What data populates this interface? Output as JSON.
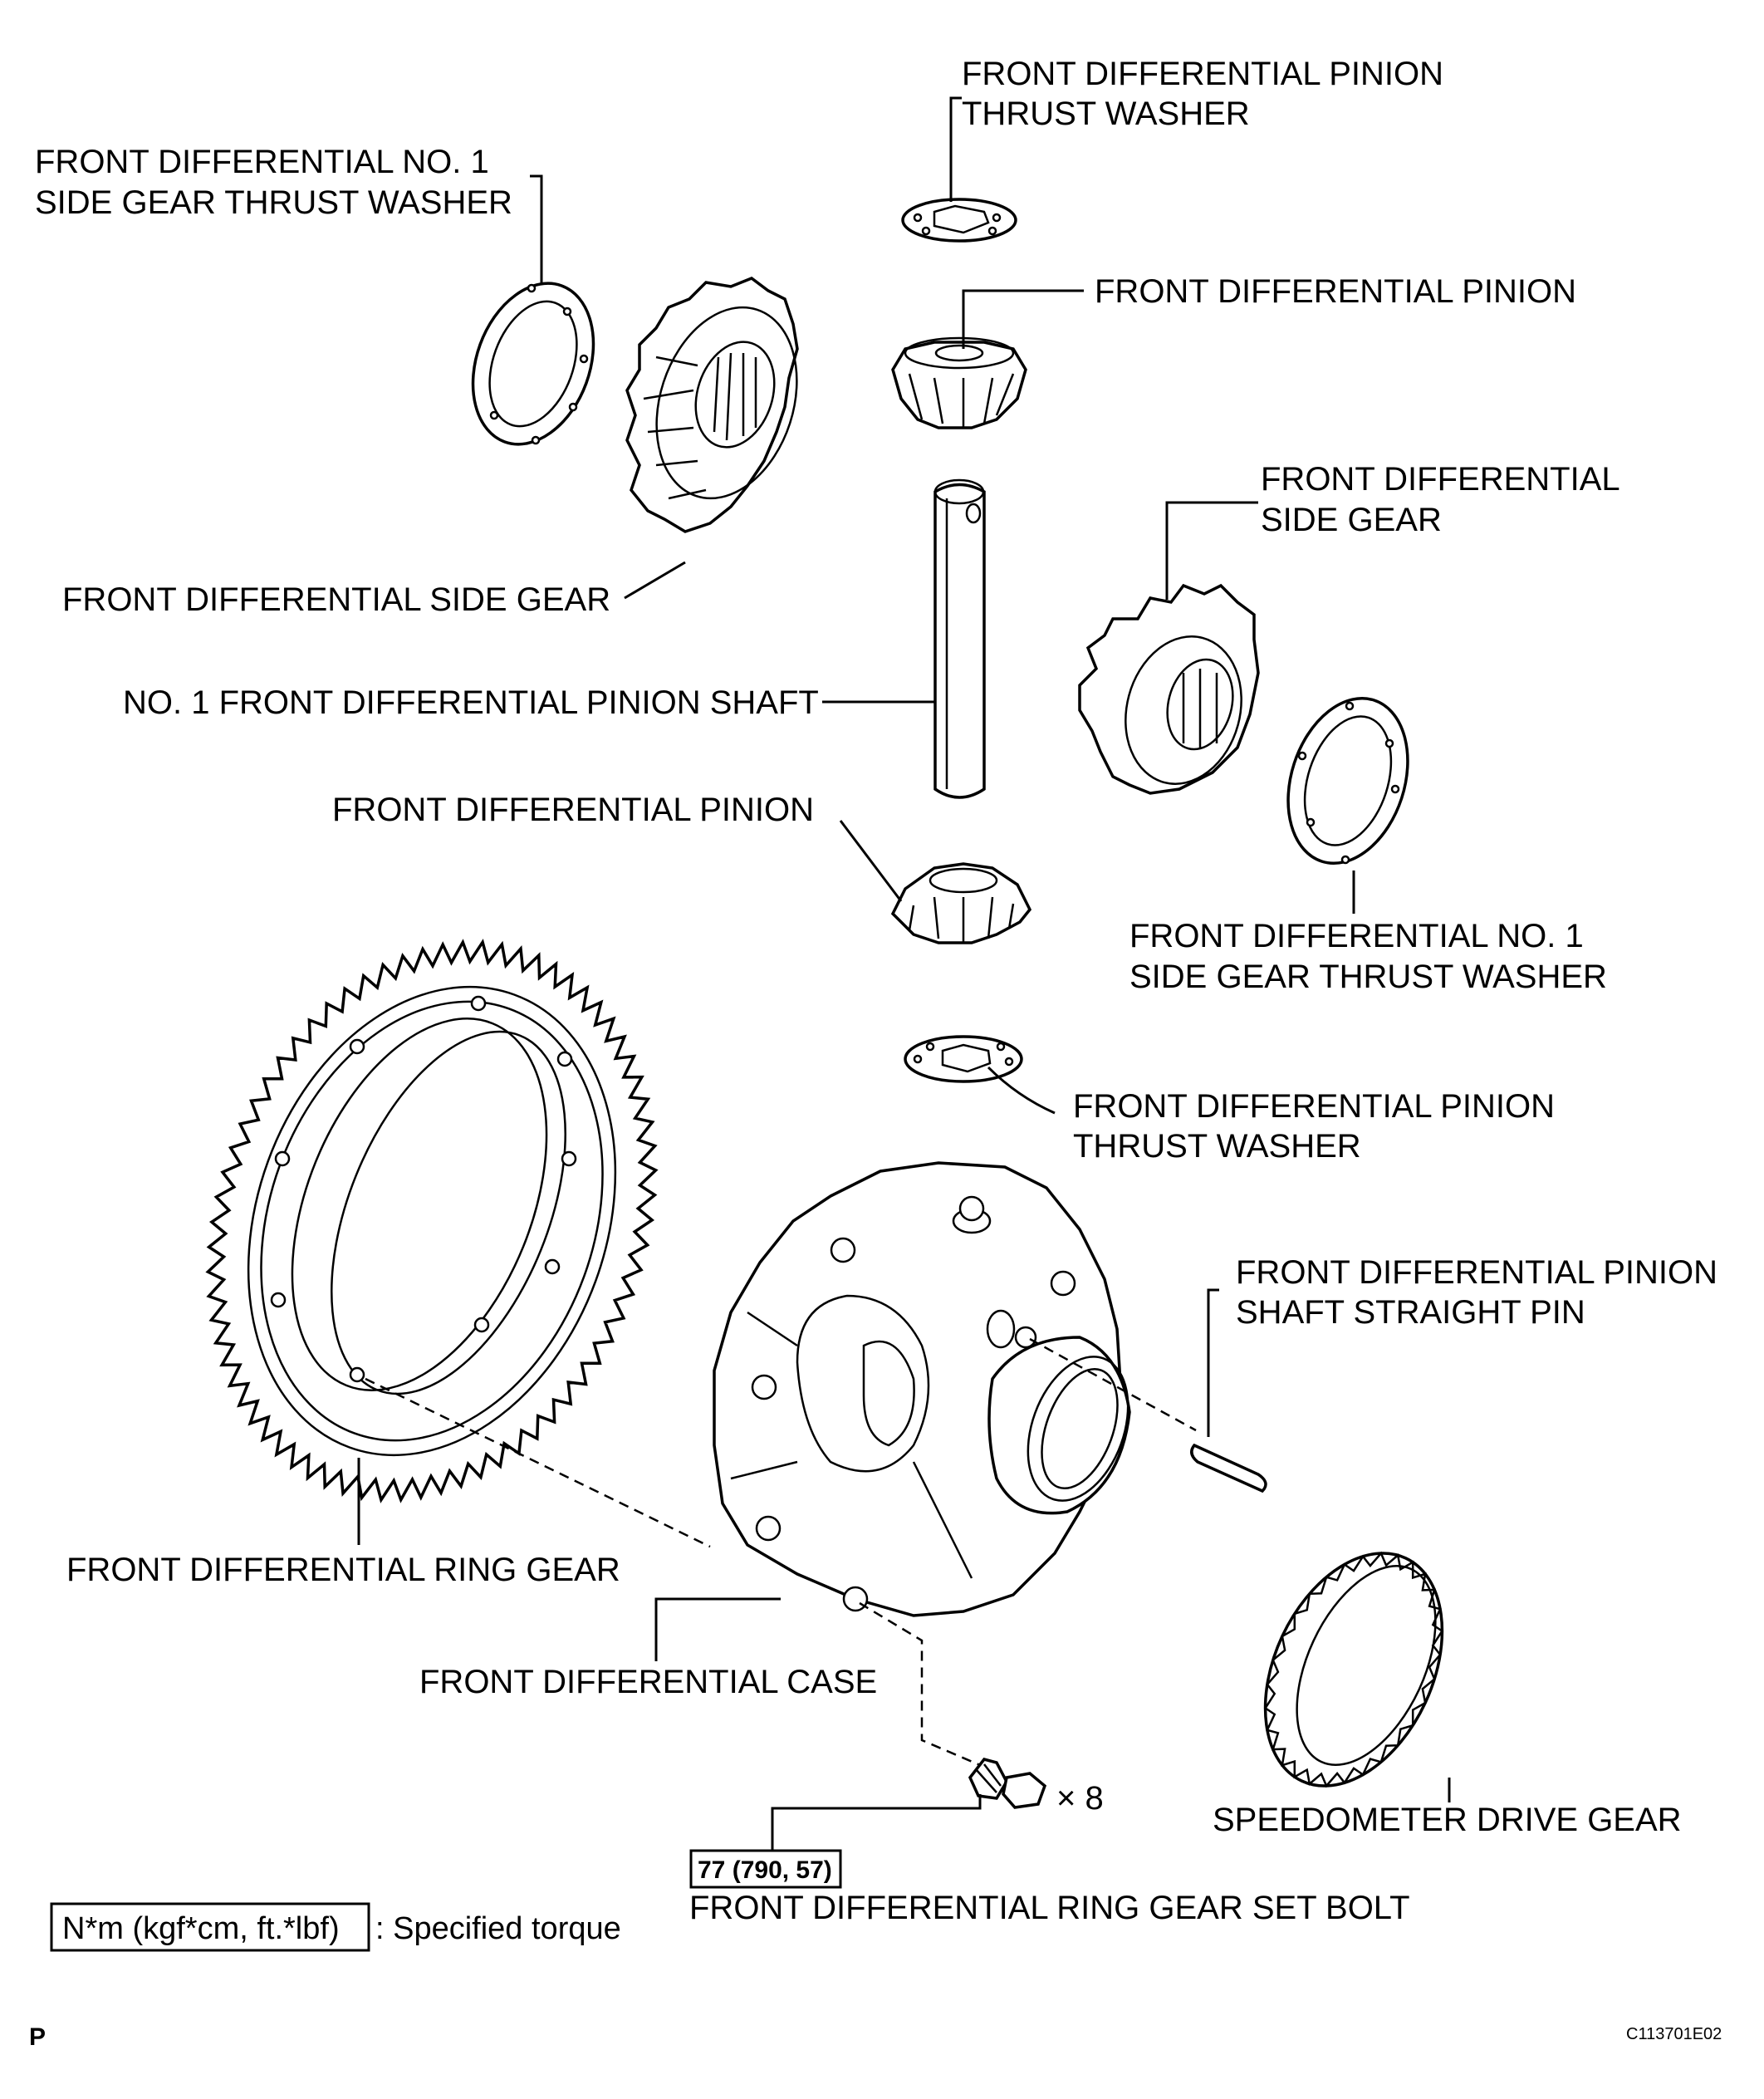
{
  "labels": {
    "pinion_thrust_washer_top": [
      "FRONT DIFFERENTIAL PINION",
      "THRUST WASHER"
    ],
    "side_gear_thrust_washer_left": [
      "FRONT DIFFERENTIAL NO. 1",
      "SIDE GEAR THRUST WASHER"
    ],
    "pinion_top": "FRONT DIFFERENTIAL PINION",
    "side_gear_right": [
      "FRONT DIFFERENTIAL",
      "SIDE GEAR"
    ],
    "side_gear_left": "FRONT DIFFERENTIAL SIDE GEAR",
    "pinion_shaft": "NO. 1 FRONT DIFFERENTIAL PINION SHAFT",
    "pinion_lower": "FRONT DIFFERENTIAL PINION",
    "side_gear_thrust_washer_right": [
      "FRONT DIFFERENTIAL NO. 1",
      "SIDE GEAR THRUST WASHER"
    ],
    "pinion_thrust_washer_lower": [
      "FRONT DIFFERENTIAL PINION",
      "THRUST WASHER"
    ],
    "straight_pin": [
      "FRONT DIFFERENTIAL PINION",
      "SHAFT STRAIGHT PIN"
    ],
    "ring_gear": "FRONT DIFFERENTIAL RING GEAR",
    "differential_case": "FRONT DIFFERENTIAL CASE",
    "speedometer_gear": "SPEEDOMETER DRIVE GEAR",
    "bolt_quantity": "× 8",
    "torque_value": "77 (790, 57)",
    "set_bolt": "FRONT DIFFERENTIAL RING GEAR SET BOLT"
  },
  "legend": {
    "torque_unit": "N*m (kgf*cm, ft.*lbf)",
    "torque_desc": ": Specified torque"
  },
  "footer": {
    "page_marker": "P",
    "figure_code": "C113701E02"
  }
}
